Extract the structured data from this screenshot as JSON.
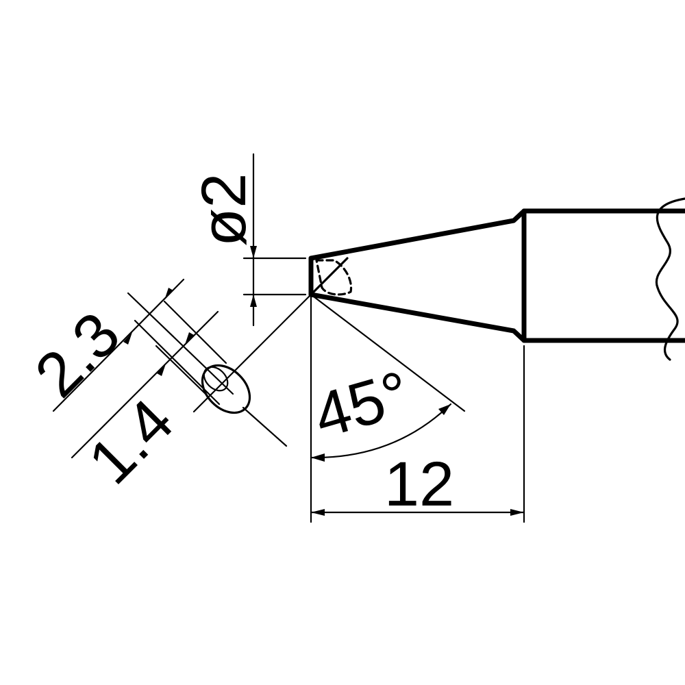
{
  "dimensions": {
    "tip_diameter": "ø2",
    "bevel_width": "2.3",
    "bevel_height": "1.4",
    "bevel_angle": "45°",
    "tip_length": "12"
  }
}
